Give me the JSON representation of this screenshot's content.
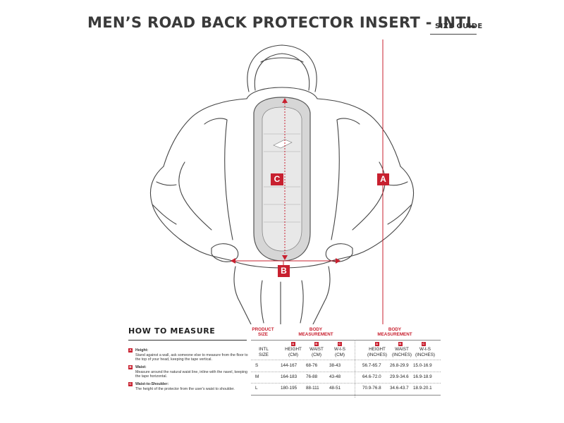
{
  "header": {
    "title": "MEN’S ROAD BACK PROTECTOR INSERT - INTL",
    "size_guide_link": "SIZE GUIDE"
  },
  "illustration": {
    "markers": {
      "a": "A",
      "b": "B",
      "c": "C"
    },
    "accent_color": "#c8202f"
  },
  "how_to_measure": {
    "title": "HOW TO MEASURE",
    "items": [
      {
        "badge": "A",
        "label": "Height:",
        "text": "Stand against a wall, ask someone else to measure from the floor to the top of your head, keeping the tape vertical."
      },
      {
        "badge": "B",
        "label": "Waist:",
        "text": "Measure around the natural waist line, inline with the navel, keeping the tape horizontal."
      },
      {
        "badge": "C",
        "label": "Waist-to-Shoulder:",
        "text": "The height of the protector from the user's waist to shoulder."
      }
    ]
  },
  "table": {
    "group_headers": {
      "product_size": "PRODUCT SIZE",
      "body_measurement_cm": "BODY MEASUREMENT",
      "body_measurement_in": "BODY MEASUREMENT"
    },
    "col_badges": [
      "A",
      "B",
      "C",
      "A",
      "B",
      "C"
    ],
    "columns": [
      "INTL SIZE",
      "HEIGHT (CM)",
      "WAIST (CM)",
      "W-t-S (CM)",
      "HEIGHT (INCHES)",
      "WAIST (INCHES)",
      "W-t-S (INCHES)"
    ],
    "rows": [
      [
        "S",
        "144-167",
        "68-76",
        "38-43",
        "56.7-65.7",
        "26.8-29.9",
        "15.0-16.9"
      ],
      [
        "M",
        "164-183",
        "76-88",
        "43-48",
        "64.6-72.0",
        "29.9-34.6",
        "16.9-18.9"
      ],
      [
        "L",
        "180-195",
        "88-111",
        "48-51",
        "70.9-76.8",
        "34.6-43.7",
        "18.9-20.1"
      ]
    ]
  }
}
